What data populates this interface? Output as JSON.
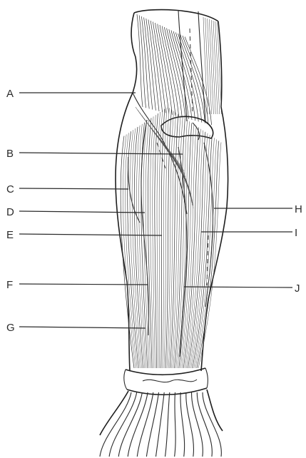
{
  "labels": [
    {
      "id": "A",
      "text": "A",
      "side": "left"
    },
    {
      "id": "B",
      "text": "B",
      "side": "left"
    },
    {
      "id": "C",
      "text": "C",
      "side": "left"
    },
    {
      "id": "D",
      "text": "D",
      "side": "left"
    },
    {
      "id": "E",
      "text": "E",
      "side": "left"
    },
    {
      "id": "F",
      "text": "F",
      "side": "left"
    },
    {
      "id": "G",
      "text": "G",
      "side": "left"
    },
    {
      "id": "H",
      "text": "H",
      "side": "right"
    },
    {
      "id": "I",
      "text": "I",
      "side": "right"
    },
    {
      "id": "J",
      "text": "J",
      "side": "right"
    }
  ]
}
